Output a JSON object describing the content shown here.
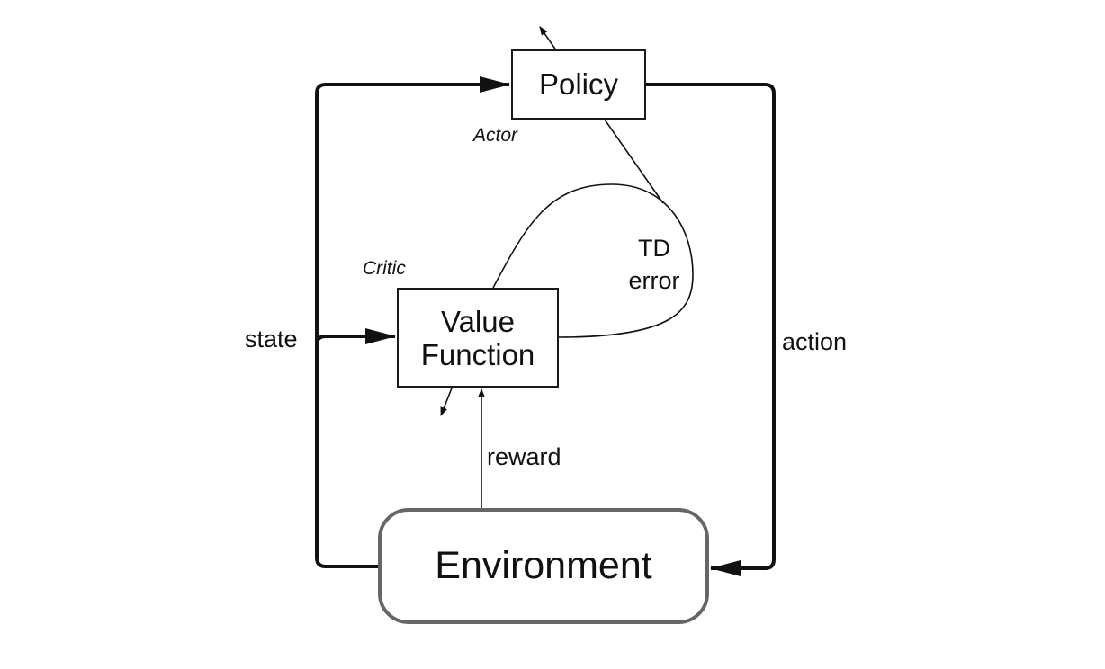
{
  "diagram": {
    "nodes": {
      "policy": {
        "label": "Policy"
      },
      "value_function": {
        "line1": "Value",
        "line2": "Function"
      },
      "environment": {
        "label": "Environment"
      }
    },
    "roles": {
      "actor": "Actor",
      "critic": "Critic"
    },
    "edges": {
      "state": "state",
      "action": "action",
      "reward": "reward",
      "td_error_line1": "TD",
      "td_error_line2": "error"
    }
  }
}
